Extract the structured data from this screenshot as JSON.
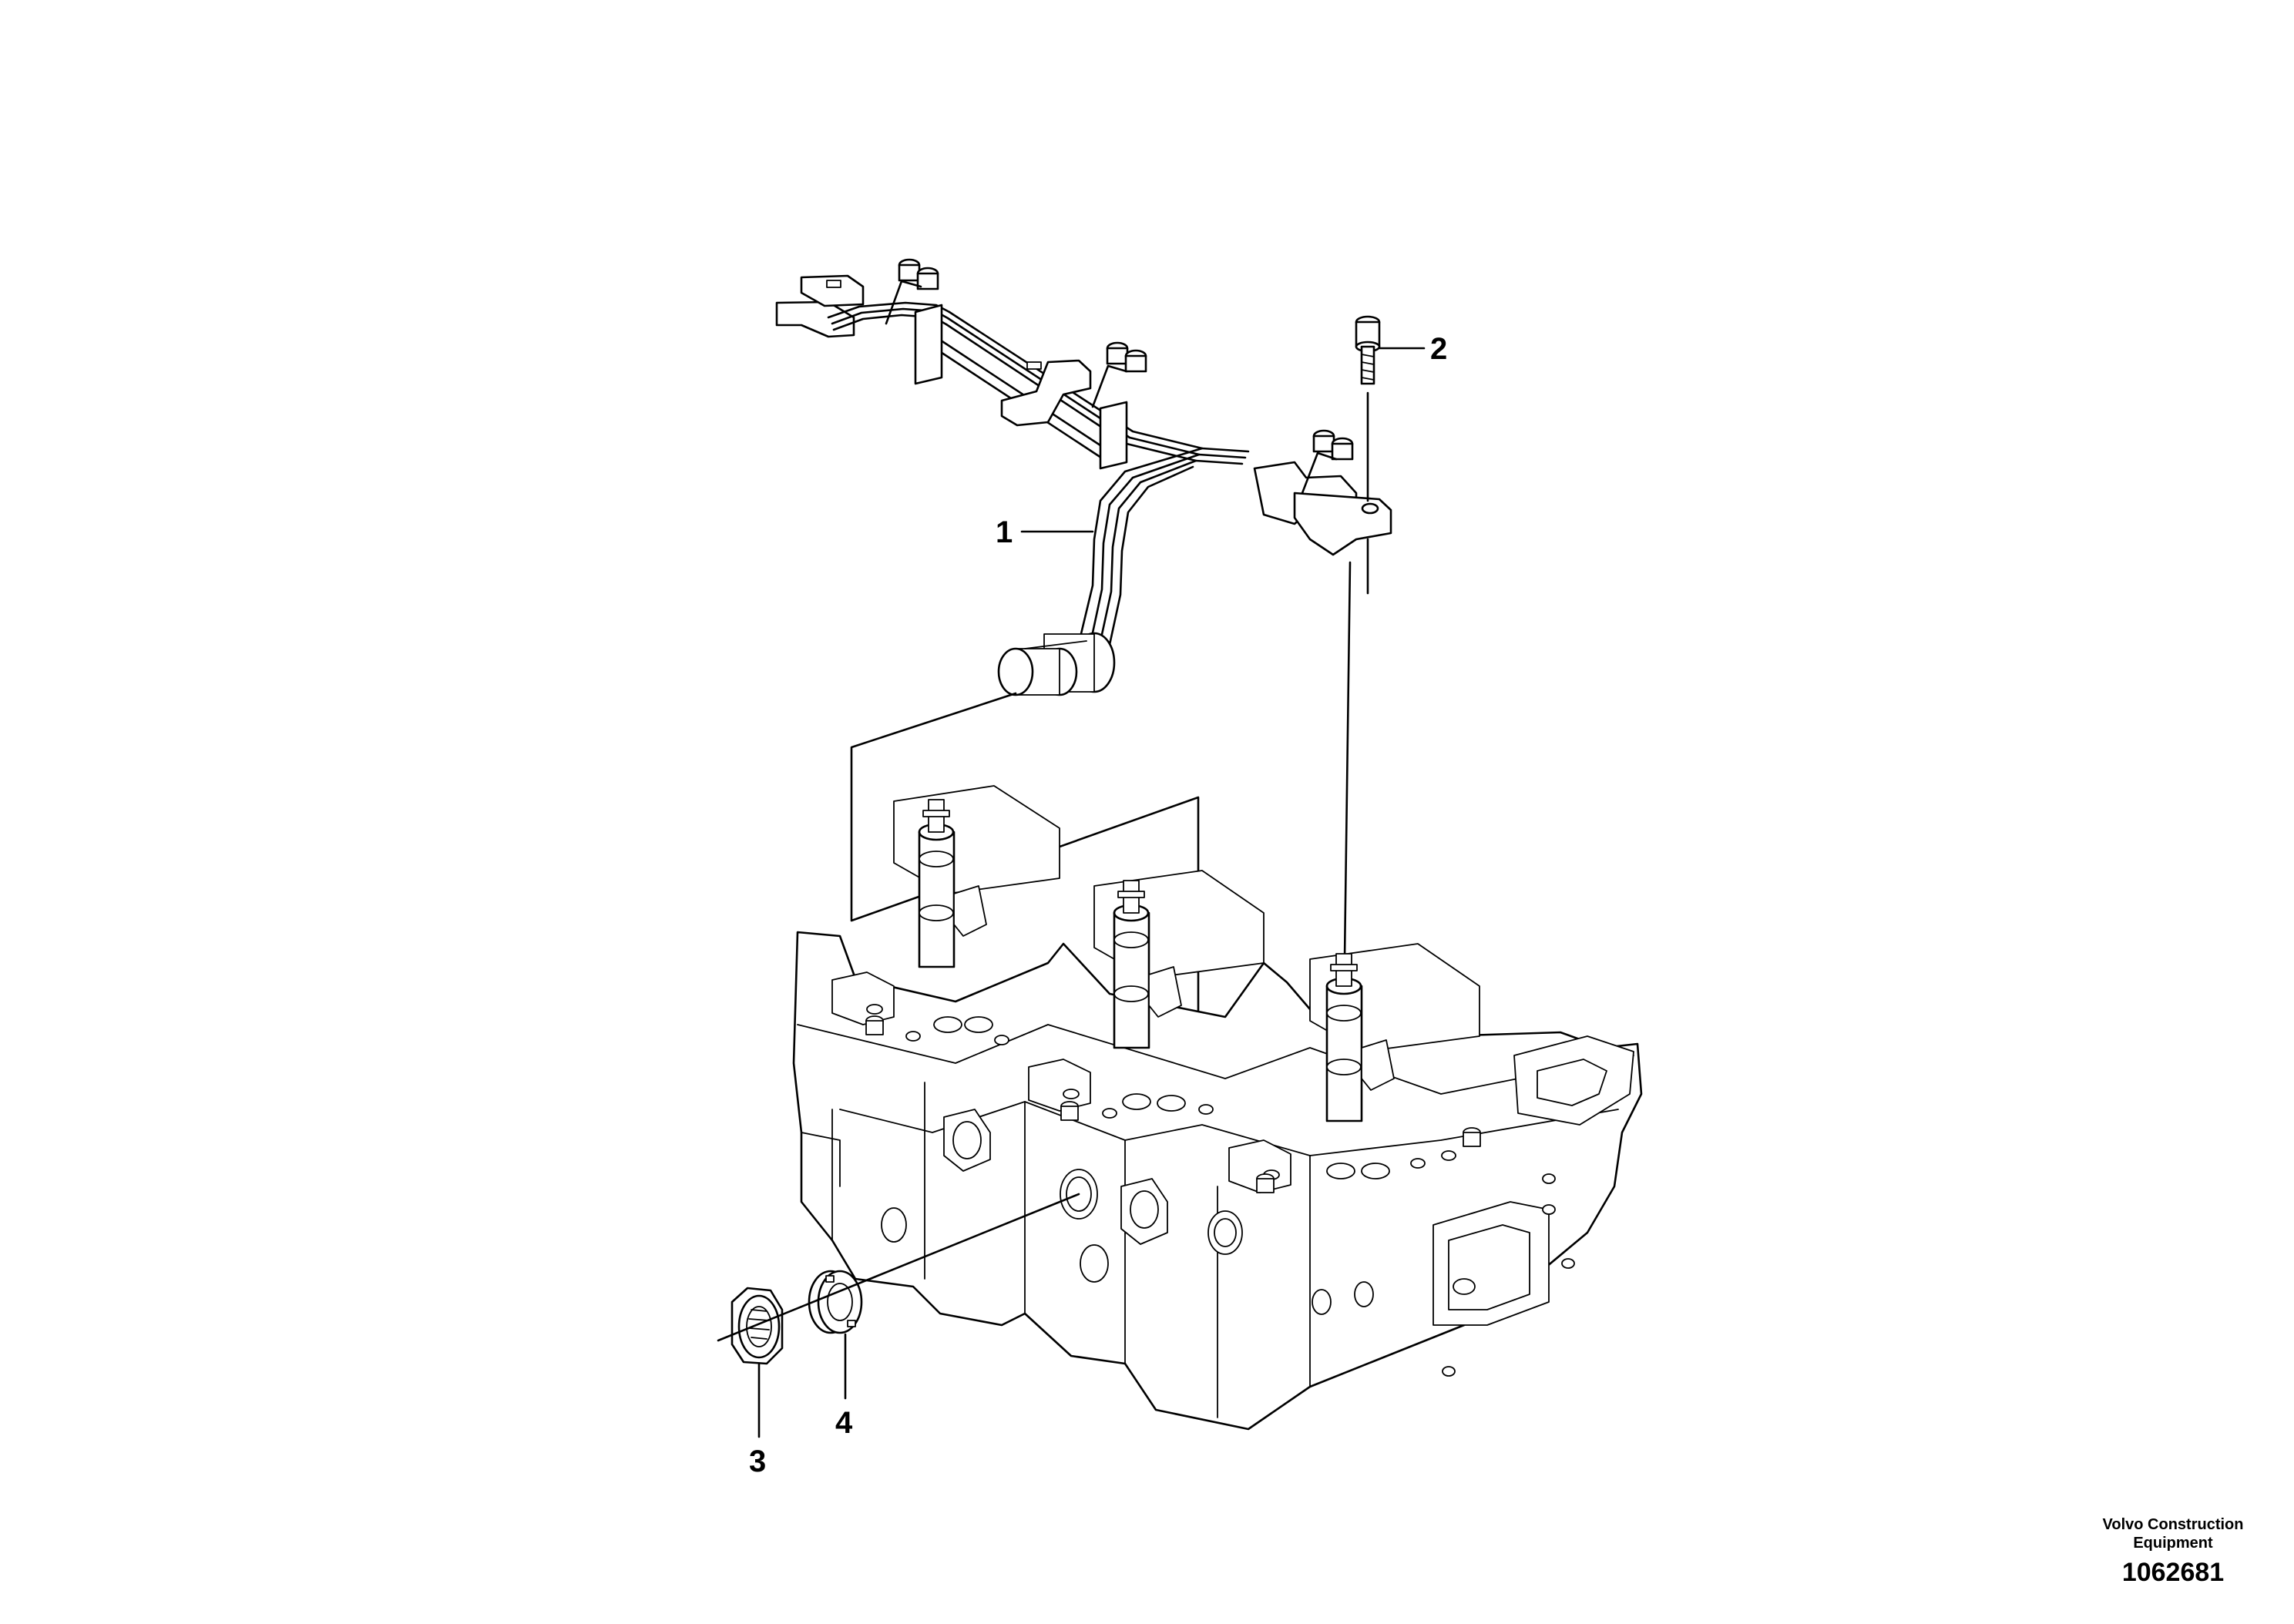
{
  "diagram": {
    "callouts": [
      {
        "id": 1,
        "label": "1",
        "part": "wiring-harness"
      },
      {
        "id": 2,
        "label": "2",
        "part": "screw"
      },
      {
        "id": 3,
        "label": "3",
        "part": "nut"
      },
      {
        "id": 4,
        "label": "4",
        "part": "seal-washer"
      }
    ]
  },
  "footer": {
    "brand_line1": "Volvo Construction",
    "brand_line2": "Equipment",
    "drawing_number": "1062681"
  }
}
